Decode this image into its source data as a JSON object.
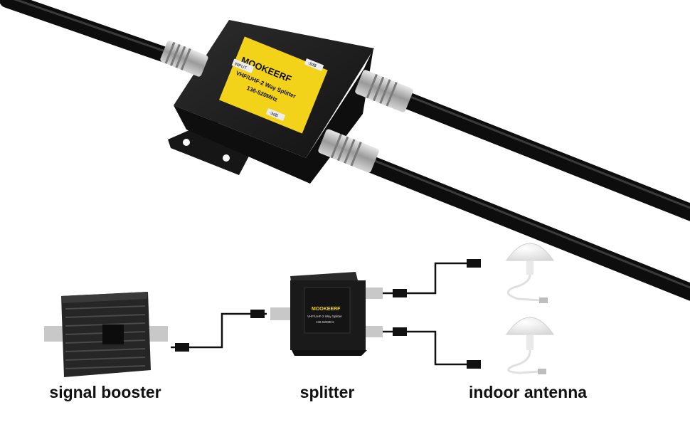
{
  "product": {
    "brand": "MOOKEERF",
    "model_line": "VHF/UHF-2 Way Splitter",
    "freq_range": "136-520MHz",
    "port_input": "INPUT",
    "port_out_a": "-3dB",
    "port_out_b": "-3dB"
  },
  "diagram": {
    "labels": {
      "booster": "signal booster",
      "splitter": "splitter",
      "antenna": "indoor antenna"
    },
    "small_splitter": {
      "brand": "MOOKEERF",
      "model_line": "VHF/UHF-2 Way Splitter",
      "freq_range": "136-520MHz"
    }
  },
  "colors": {
    "cable": "#0f0f0f",
    "housing": "#1b1b1b",
    "label_yellow": "#f3d21a",
    "connector": "#b9b9b9",
    "antenna": "#f4f4f4"
  }
}
